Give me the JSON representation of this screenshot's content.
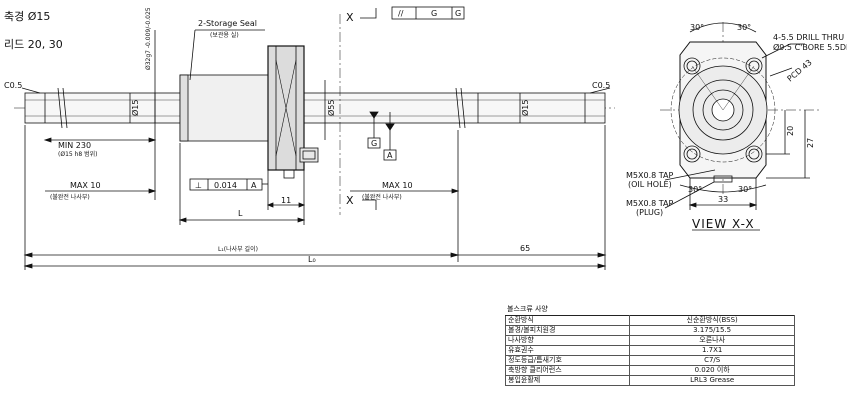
{
  "header": {
    "shaft_dia": "축경 Ø15",
    "lead": "리드 20, 30"
  },
  "drawing": {
    "storage_seal": "2-Storage Seal",
    "storage_seal_kr": "(보관용 실)",
    "c05_left": "C0.5",
    "c05_right": "C0.5",
    "g7_dim": "Ø32g7 -0.009/-0.025",
    "dia15_left": "Ø15",
    "dia55": "Ø55",
    "dia15_right": "Ø15",
    "min230": "MIN 230",
    "min230_sub": "(Ø15 h8 범위)",
    "max10_left": "MAX 10",
    "max10_left_sub": "(불완전 나사부)",
    "max10_right": "MAX 10",
    "max10_right_sub": "(불완전 나사부)",
    "perp_sym": "⊥",
    "perp_val": "0.014",
    "perp_ref": "A",
    "L": "L",
    "dim11": "11",
    "L1": "L₁(나사부 길이)",
    "dim65": "65",
    "L0": "L₀",
    "datum_A": "A",
    "datum_G": "G",
    "section_top": "X",
    "section_bot": "X",
    "par_sym": "//",
    "par_ref": "G",
    "par_ref2": "G",
    "deg30_tl": "30°",
    "deg30_tr": "30°",
    "drill": "4-5.5 DRILL THRU",
    "cbore": "Ø9.5 C'BORE 5.5DP",
    "pcd": "PCD 43",
    "dim20": "20",
    "dim27": "27",
    "tap1": "M5X0.8 TAP",
    "tap1_sub": "(OIL HOLE)",
    "tap2": "M5X0.8 TAP",
    "tap2_sub": "(PLUG)",
    "deg30_bl": "30°",
    "deg30_br": "30°",
    "dim33": "33",
    "view_label": "VIEW X-X"
  },
  "spec_table": {
    "title": "볼스크류 사양",
    "rows": [
      {
        "label": "순환방식",
        "value": "신순환방식(BSS)"
      },
      {
        "label": "볼경/볼피치원경",
        "value": "3.175/15.5"
      },
      {
        "label": "나사방향",
        "value": "오른나사"
      },
      {
        "label": "유효권수",
        "value": "1.7X1"
      },
      {
        "label": "정도등급/틈새기호",
        "value": "C7/S"
      },
      {
        "label": "축방향 클리어런스",
        "value": "0.020 이하"
      },
      {
        "label": "봉입윤활제",
        "value": "LRL3 Grease"
      }
    ]
  }
}
